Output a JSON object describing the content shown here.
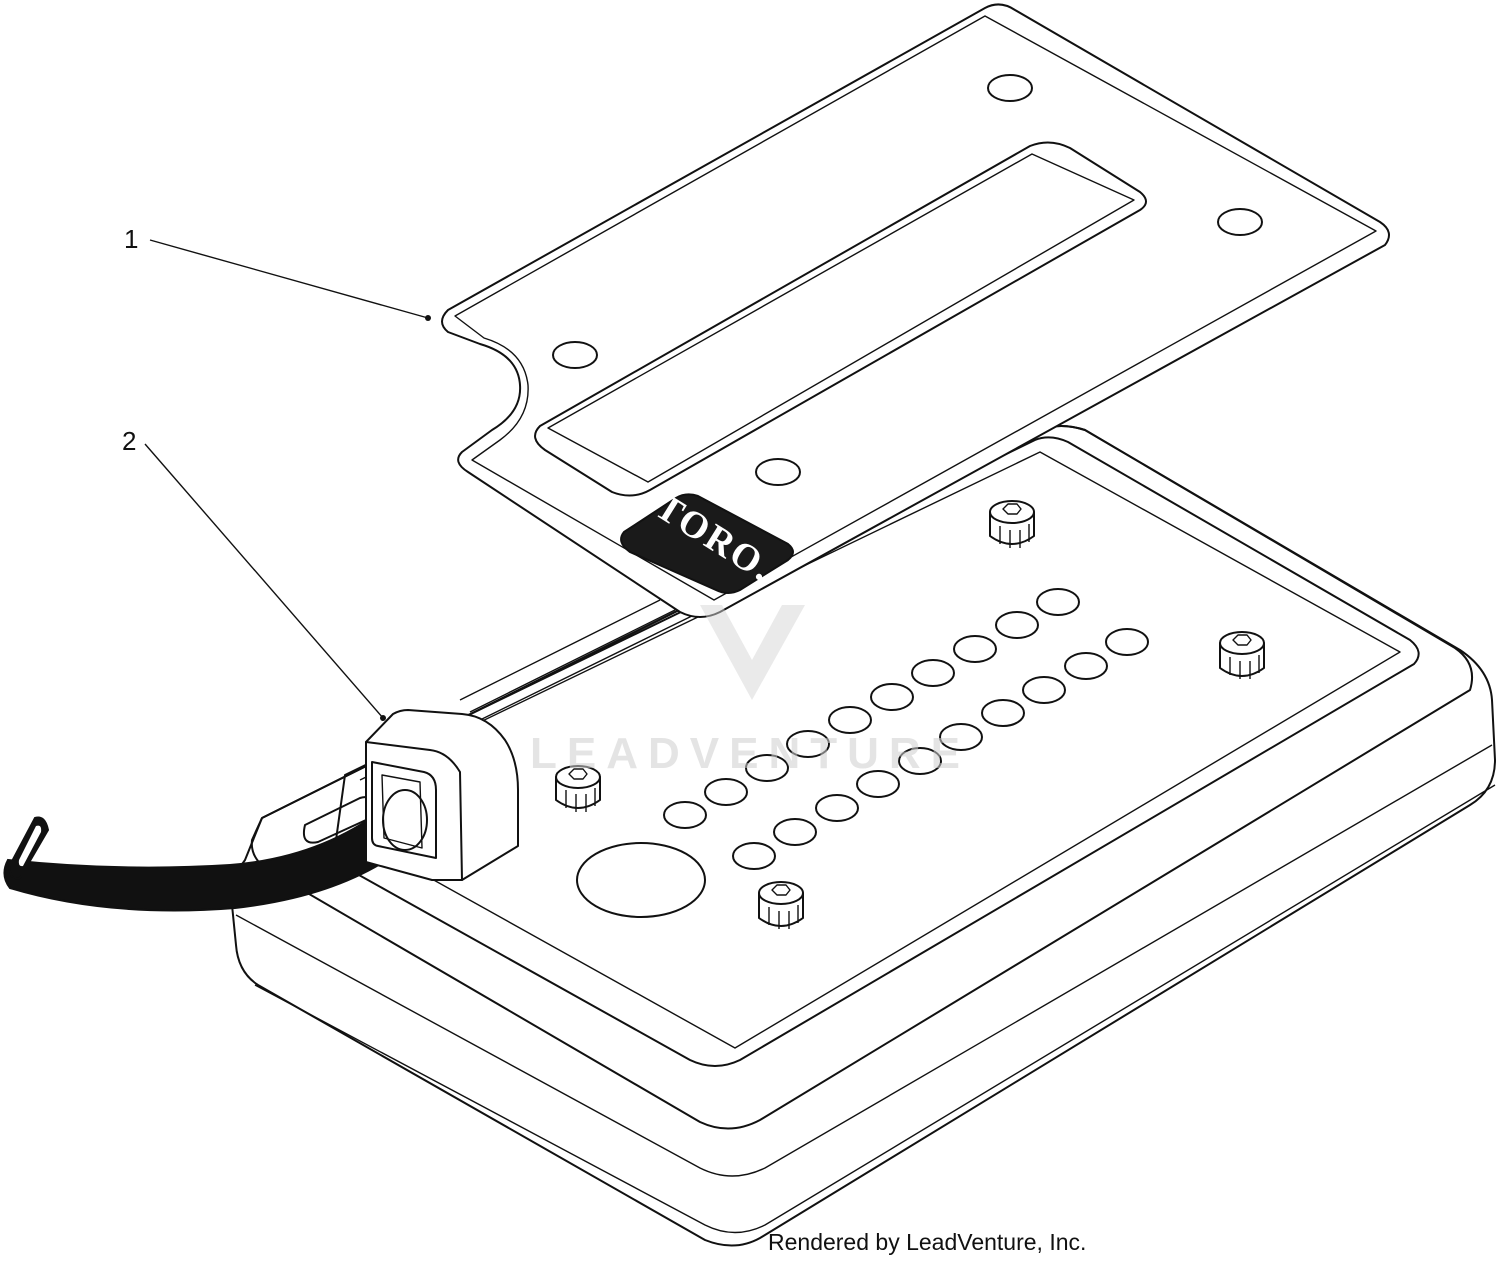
{
  "callouts": [
    {
      "label": "1"
    },
    {
      "label": "2"
    }
  ],
  "decal": {
    "logo_text": "TORO."
  },
  "watermark": {
    "text": "LEADVENTURE"
  },
  "footer": {
    "credit": "Rendered by LeadVenture, Inc."
  },
  "colors": {
    "line": "#111111",
    "background": "#ffffff",
    "logo_badge": "#1a1a1a",
    "watermark": "#cfcfcf"
  }
}
